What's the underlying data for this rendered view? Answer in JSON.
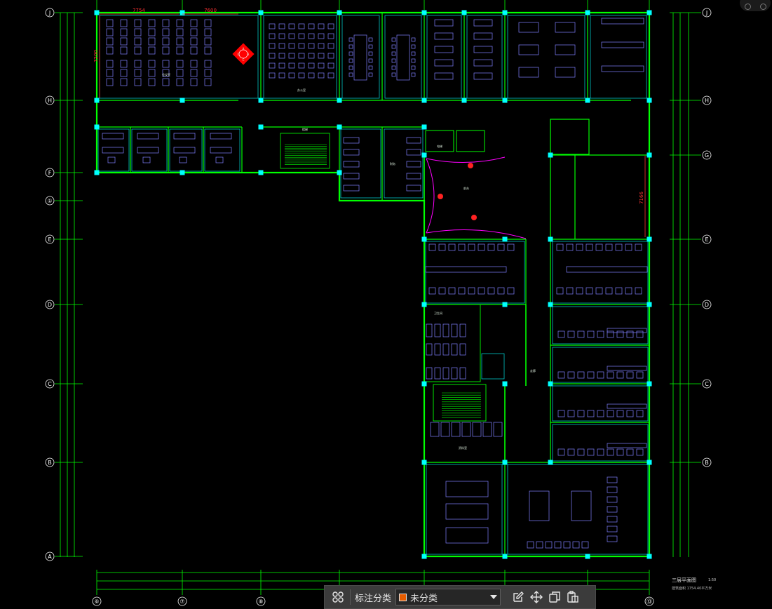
{
  "drawing": {
    "colors": {
      "background": "#000000",
      "wall": "#00ff00",
      "furniture": "#8080ff",
      "grid_line": "#00ff00",
      "column": "#00ffff",
      "dimension": "#ff3333",
      "arc_line": "#ff00ff",
      "partition": "#00e0e0",
      "text": "#ffffff"
    },
    "grid_rows": [
      "J",
      "H",
      "G",
      "F",
      "E",
      "D",
      "C",
      "B",
      "A"
    ],
    "grid_extra_row": "①",
    "grid_cols": [
      "⑥",
      "⑦",
      "⑧",
      "⑬"
    ],
    "dimensions": {
      "top_left": "7754",
      "top_mid": "7600",
      "right_mid": "7166",
      "left_vertical": "7200"
    },
    "room_marks": [
      "A",
      "B",
      "C",
      "D"
    ],
    "room_labels": [
      "会议室",
      "前台",
      "办公室",
      "财务",
      "电梯",
      "楼梯",
      "卫生间",
      "走廊",
      "资料室"
    ]
  },
  "title_block": {
    "title": "三层平面图",
    "subtitle": "建筑面积 1754.40平方米",
    "scale": "1:50"
  },
  "toolbar": {
    "category_label": "标注分类",
    "category_value": "未分类",
    "category_color": "#e65c00",
    "icons": {
      "layers": "layers-icon",
      "edit": "edit-icon",
      "move": "move-icon",
      "copy": "copy-icon",
      "paste": "paste-icon"
    }
  }
}
